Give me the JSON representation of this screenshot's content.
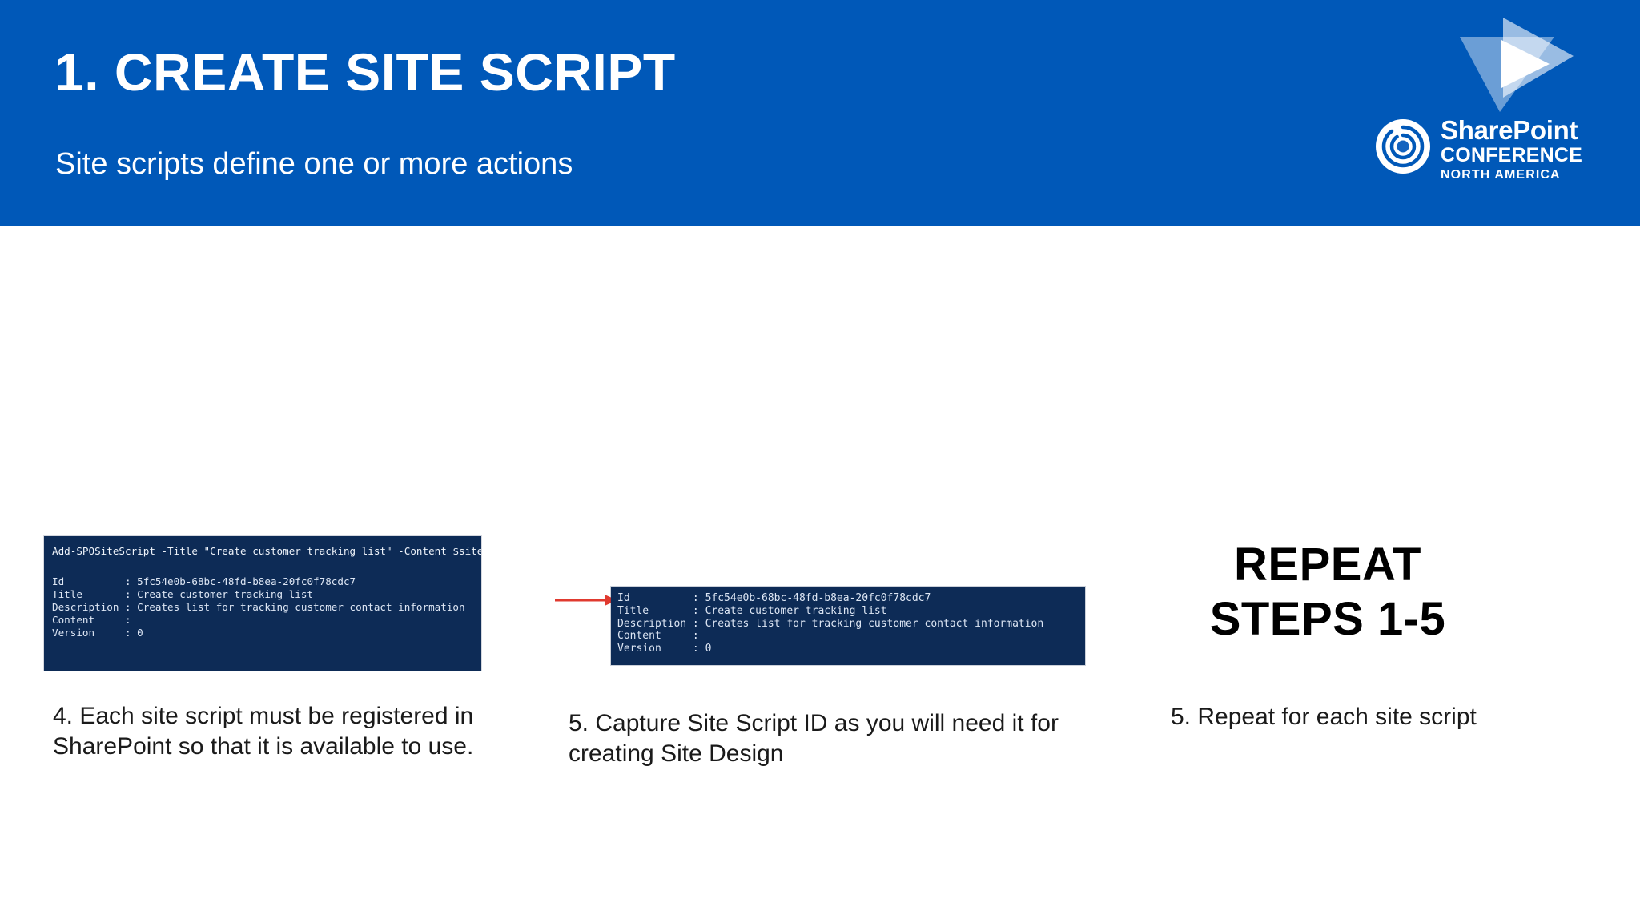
{
  "slide": {
    "title": "1. CREATE SITE SCRIPT",
    "subtitle": "Site scripts define one or more actions",
    "header_color": "#0058b8",
    "background_color": "#ffffff"
  },
  "logo": {
    "play_icon": "play-triangle-icon",
    "swirl_icon": "sharepoint-swirl-icon",
    "brand_line1": "SharePoint",
    "brand_line2": "CONFERENCE",
    "brand_line3": "NORTH AMERICA"
  },
  "console_left": {
    "command": "Add-SPOSiteScript -Title \"Create customer tracking list\" -Content $site",
    "rows": [
      "Id          : 5fc54e0b-68bc-48fd-b8ea-20fc0f78cdc7",
      "Title       : Create customer tracking list",
      "Description : Creates list for tracking customer contact information",
      "Content     :",
      "Version     : 0"
    ],
    "background_color": "#0d2b56"
  },
  "console_mid": {
    "rows": [
      "Id          : 5fc54e0b-68bc-48fd-b8ea-20fc0f78cdc7",
      "Title       : Create customer tracking list",
      "Description : Creates list for tracking customer contact information",
      "Content     :",
      "Version     : 0"
    ],
    "background_color": "#0d2b56",
    "annotation_arrow_color": "#e03a2f",
    "annotation_target": "Id"
  },
  "repeat_block": {
    "line1": "REPEAT",
    "line2": "STEPS 1-5"
  },
  "captions": {
    "caption_1": "4. Each site script must be registered in SharePoint so that it is available to use.",
    "caption_2": "5. Capture Site Script ID as you will need it for creating Site Design",
    "caption_3": "5. Repeat for each site script"
  }
}
